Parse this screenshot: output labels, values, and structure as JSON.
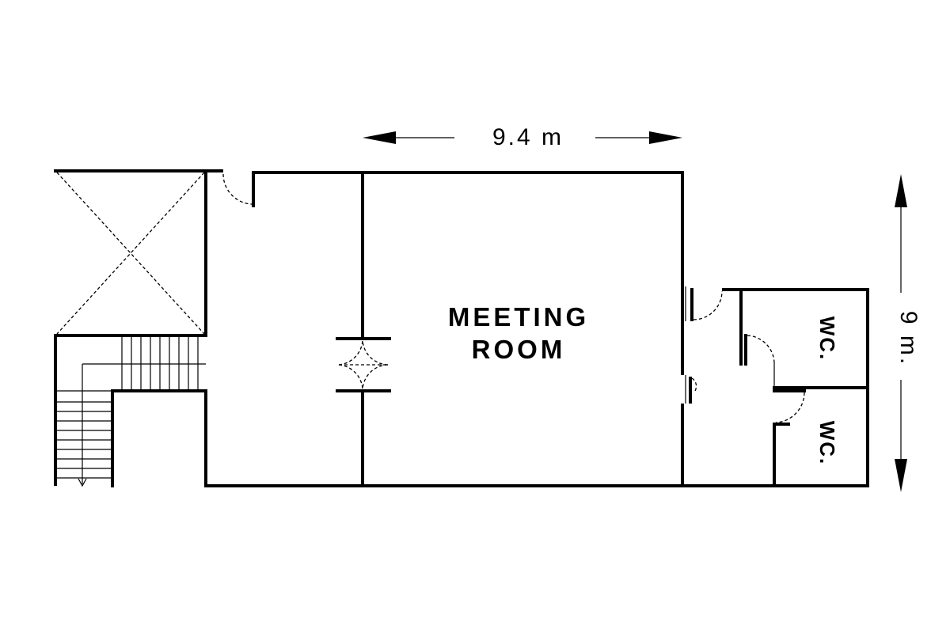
{
  "rooms": {
    "meeting_line1": "MEETING",
    "meeting_line2": "ROOM",
    "wc_upper": "WC.",
    "wc_lower": "WC."
  },
  "dimensions": {
    "width": "9.4 m",
    "height": "9 m."
  }
}
